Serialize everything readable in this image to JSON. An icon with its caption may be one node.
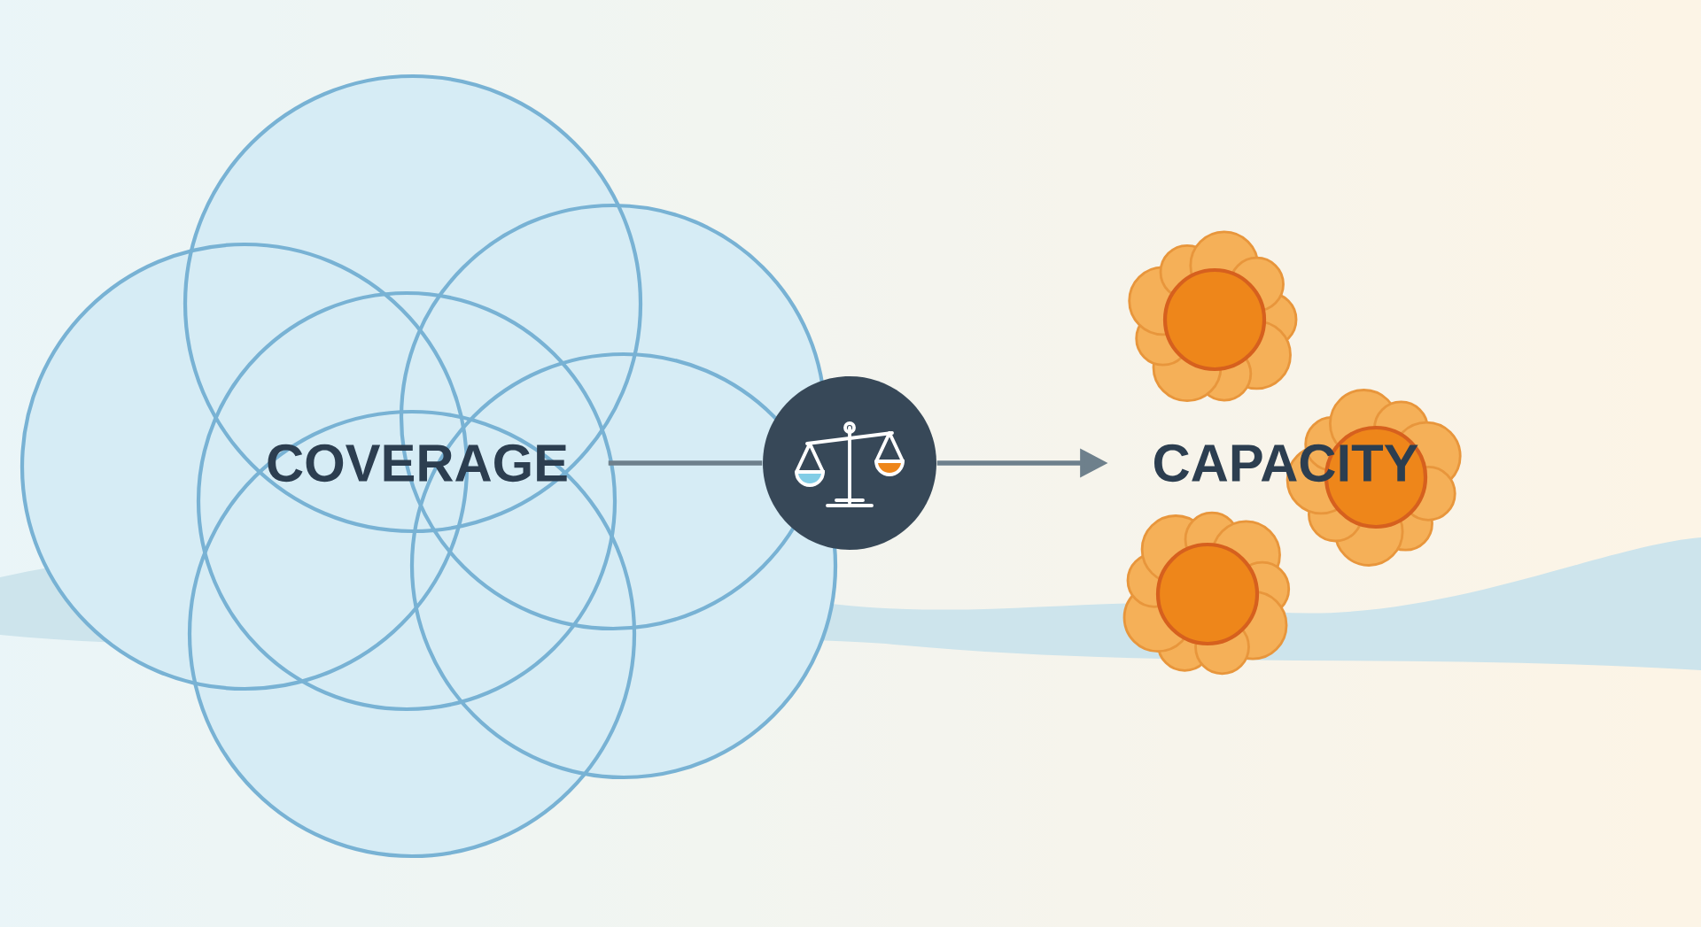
{
  "diagram": {
    "nodes": [
      {
        "text": [
          "COVERAGE"
        ]
      },
      {
        "text": [],
        "shape": "circle"
      },
      {
        "text": [
          "CAPACITY"
        ]
      }
    ],
    "edges": [
      {
        "from": 0,
        "to": 1,
        "arrow": "none"
      },
      {
        "from": 1,
        "to": 2,
        "arrow": "to"
      }
    ]
  }
}
